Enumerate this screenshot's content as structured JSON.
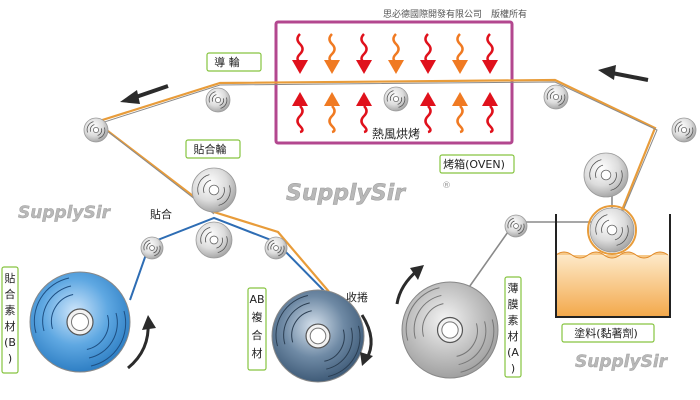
{
  "copyright": "思必德國際開發有限公司　版權所有",
  "labels": {
    "guide_roller": "導 輪",
    "laminating_roller": "貼合輪",
    "oven": "烤箱(OVEN)",
    "hot_air": "熱風烘烤",
    "laminate_point": "貼合",
    "winding": "收捲",
    "material_b": [
      "貼",
      "合",
      "素",
      "材",
      "(B",
      ")"
    ],
    "ab_composite": [
      "AB",
      "複",
      "合",
      "材"
    ],
    "film_a": [
      "薄",
      "膜",
      "素",
      "材",
      "(A",
      ")"
    ],
    "coating": "塗料(黏著劑)"
  },
  "watermark": "SupplySir",
  "watermark_mark": "®",
  "colors": {
    "oven_border": "#b3478f",
    "arrow_red": "#e0111c",
    "arrow_orange": "#f07a22",
    "film_orange": "#e89c3a",
    "film_blue": "#2e6db4",
    "film_gray": "#8a8a8a",
    "label_green": "#86c440",
    "roll_b_blue": "#4a98d8",
    "roll_ab_navy": "#4d6d8c",
    "roll_a_gray": "#b8b8b8"
  },
  "icons": [
    "direction-arrow-icon",
    "heat-arrow-icon",
    "roller-icon",
    "rotation-arrow-icon"
  ]
}
